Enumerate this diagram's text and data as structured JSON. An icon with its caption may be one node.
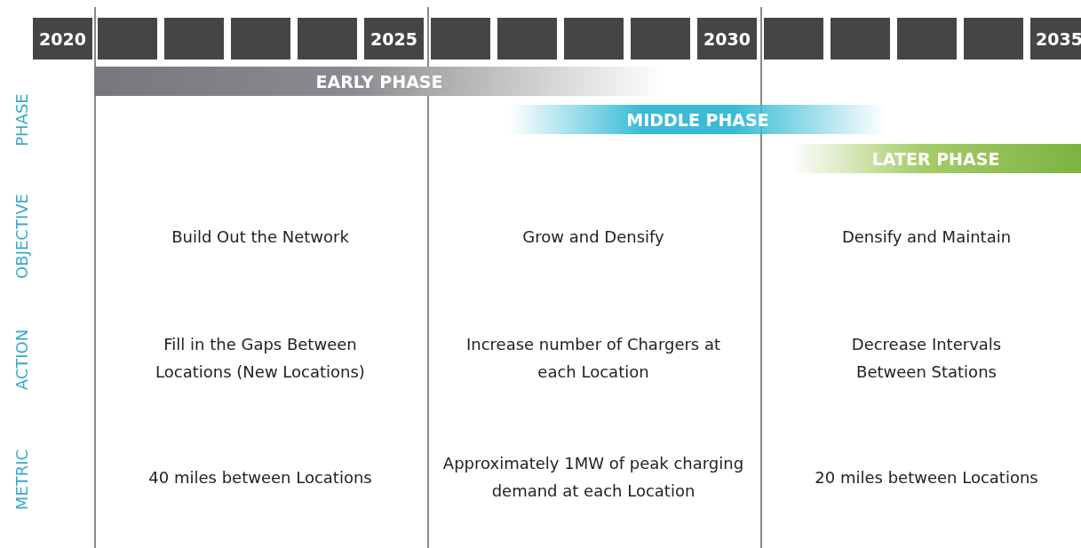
{
  "diagram": {
    "nodes": [
      {
        "text": [
          "2020"
        ]
      },
      {
        "text": [],
        "shape": "box"
      },
      {
        "text": [],
        "shape": "box"
      },
      {
        "text": [],
        "shape": "box"
      },
      {
        "text": [],
        "shape": "box"
      },
      {
        "text": [
          "2025"
        ]
      },
      {
        "text": [],
        "shape": "box"
      },
      {
        "text": [],
        "shape": "box"
      },
      {
        "text": [],
        "shape": "box"
      },
      {
        "text": [],
        "shape": "box"
      },
      {
        "text": [
          "2030"
        ]
      },
      {
        "text": [],
        "shape": "box"
      },
      {
        "text": [],
        "shape": "box"
      },
      {
        "text": [],
        "shape": "box"
      },
      {
        "text": [],
        "shape": "box"
      },
      {
        "text": [
          "2035"
        ]
      },
      {
        "text": [
          "EARLY PHASE"
        ]
      },
      {
        "text": [
          "MIDDLE PHASE"
        ]
      },
      {
        "text": [
          "LATER PHASE"
        ]
      }
    ],
    "labels": [
      "PHASE",
      "OBJECTIVE",
      "Build Out the Network",
      "Grow and Densify",
      "Densify and Maintain",
      "ACTION",
      "Fill in the Gaps Between Locations (New Locations)",
      "Increase number of Chargers at each Location",
      "Decrease Intervals Between Stations",
      "METRIC",
      "40 miles between Locations",
      "Approximately 1MW of peak charging demand at each Location",
      "20 miles between Locations"
    ]
  }
}
